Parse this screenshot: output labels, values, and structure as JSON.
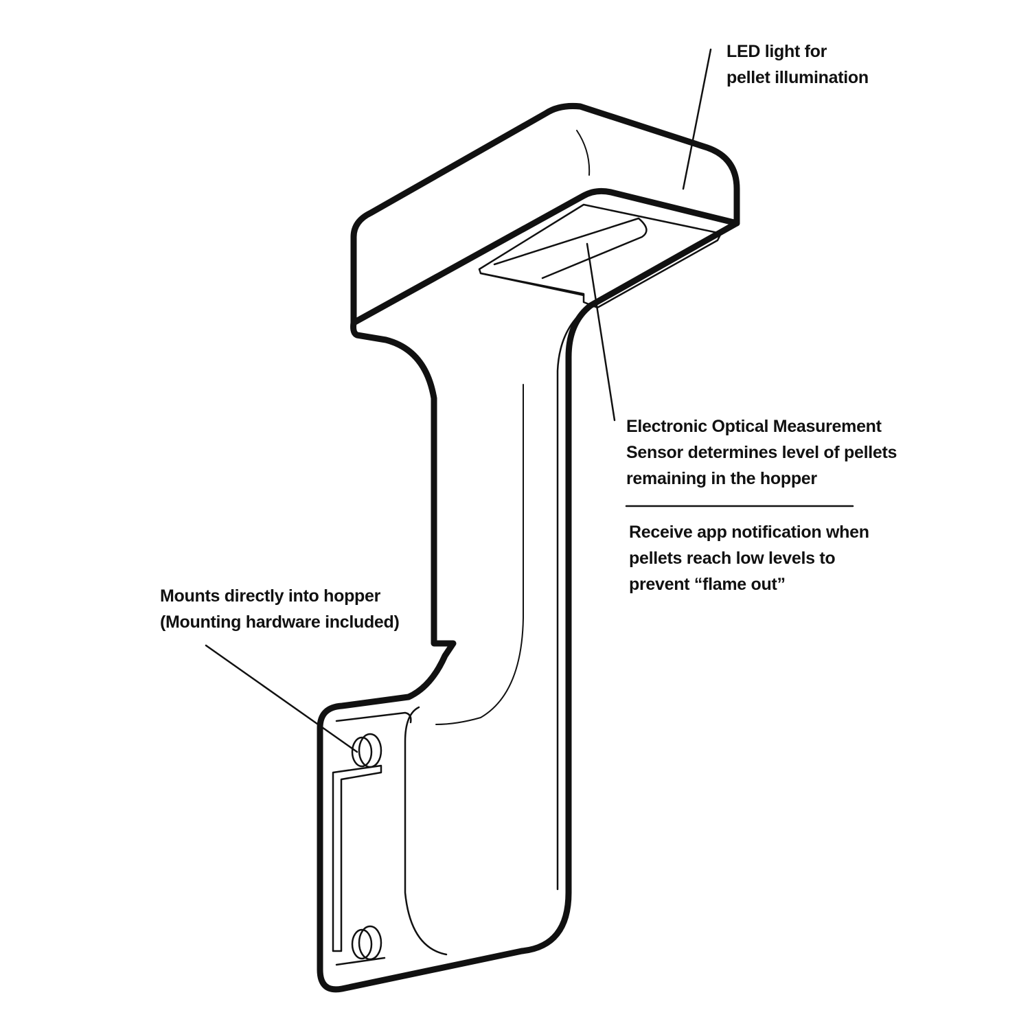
{
  "callouts": {
    "led": {
      "lines": [
        "LED light for",
        "pellet illumination"
      ]
    },
    "sensor": {
      "lines": [
        "Electronic Optical Measurement",
        "Sensor determines level of pellets",
        "remaining in the hopper"
      ]
    },
    "app": {
      "lines": [
        "Receive app notification when",
        "pellets reach low levels to",
        "prevent “flame out”"
      ]
    },
    "mount": {
      "lines": [
        "Mounts directly into hopper",
        "(Mounting hardware included)"
      ]
    }
  },
  "colors": {
    "line": "#111111",
    "background": "#ffffff"
  }
}
